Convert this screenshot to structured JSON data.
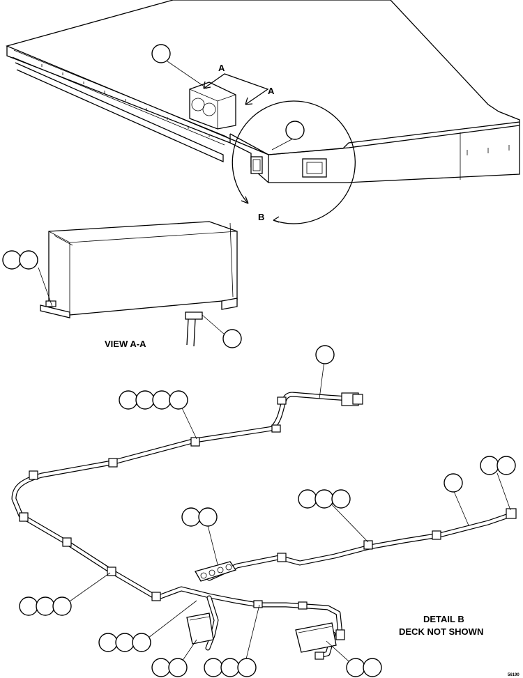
{
  "labels": {
    "view_a_label": "A",
    "view_a_label_2": "A",
    "detail_b_label": "B",
    "view_title": "VIEW A-A",
    "detail_title_line1": "DETAIL B",
    "detail_title_line2": "DECK NOT SHOWN",
    "figure_number": "56190"
  }
}
